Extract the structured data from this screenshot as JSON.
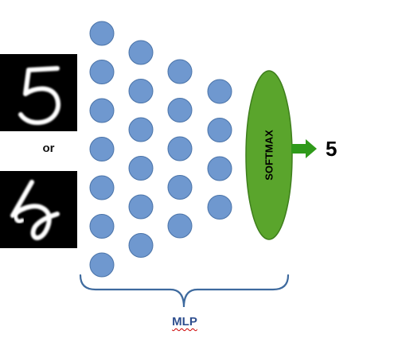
{
  "diagram": {
    "input_separator": "or",
    "output_label": "5",
    "softmax_label": "SOFTMAX",
    "network_label": "MLP",
    "input_images": [
      "handwritten-digit-5-a",
      "handwritten-digit-5-b"
    ],
    "layers": [
      {
        "neurons": 7
      },
      {
        "neurons": 6
      },
      {
        "neurons": 5
      },
      {
        "neurons": 4
      }
    ],
    "colors": {
      "neuron_fill": "#6f98cf",
      "neuron_stroke": "#4a73a8",
      "softmax_fill": "#5aa52c",
      "softmax_stroke": "#3e7e1c",
      "arrow_fill": "#2f9a1a",
      "brace": "#3e6a9e",
      "mlp_text": "#2f4f8f"
    }
  }
}
